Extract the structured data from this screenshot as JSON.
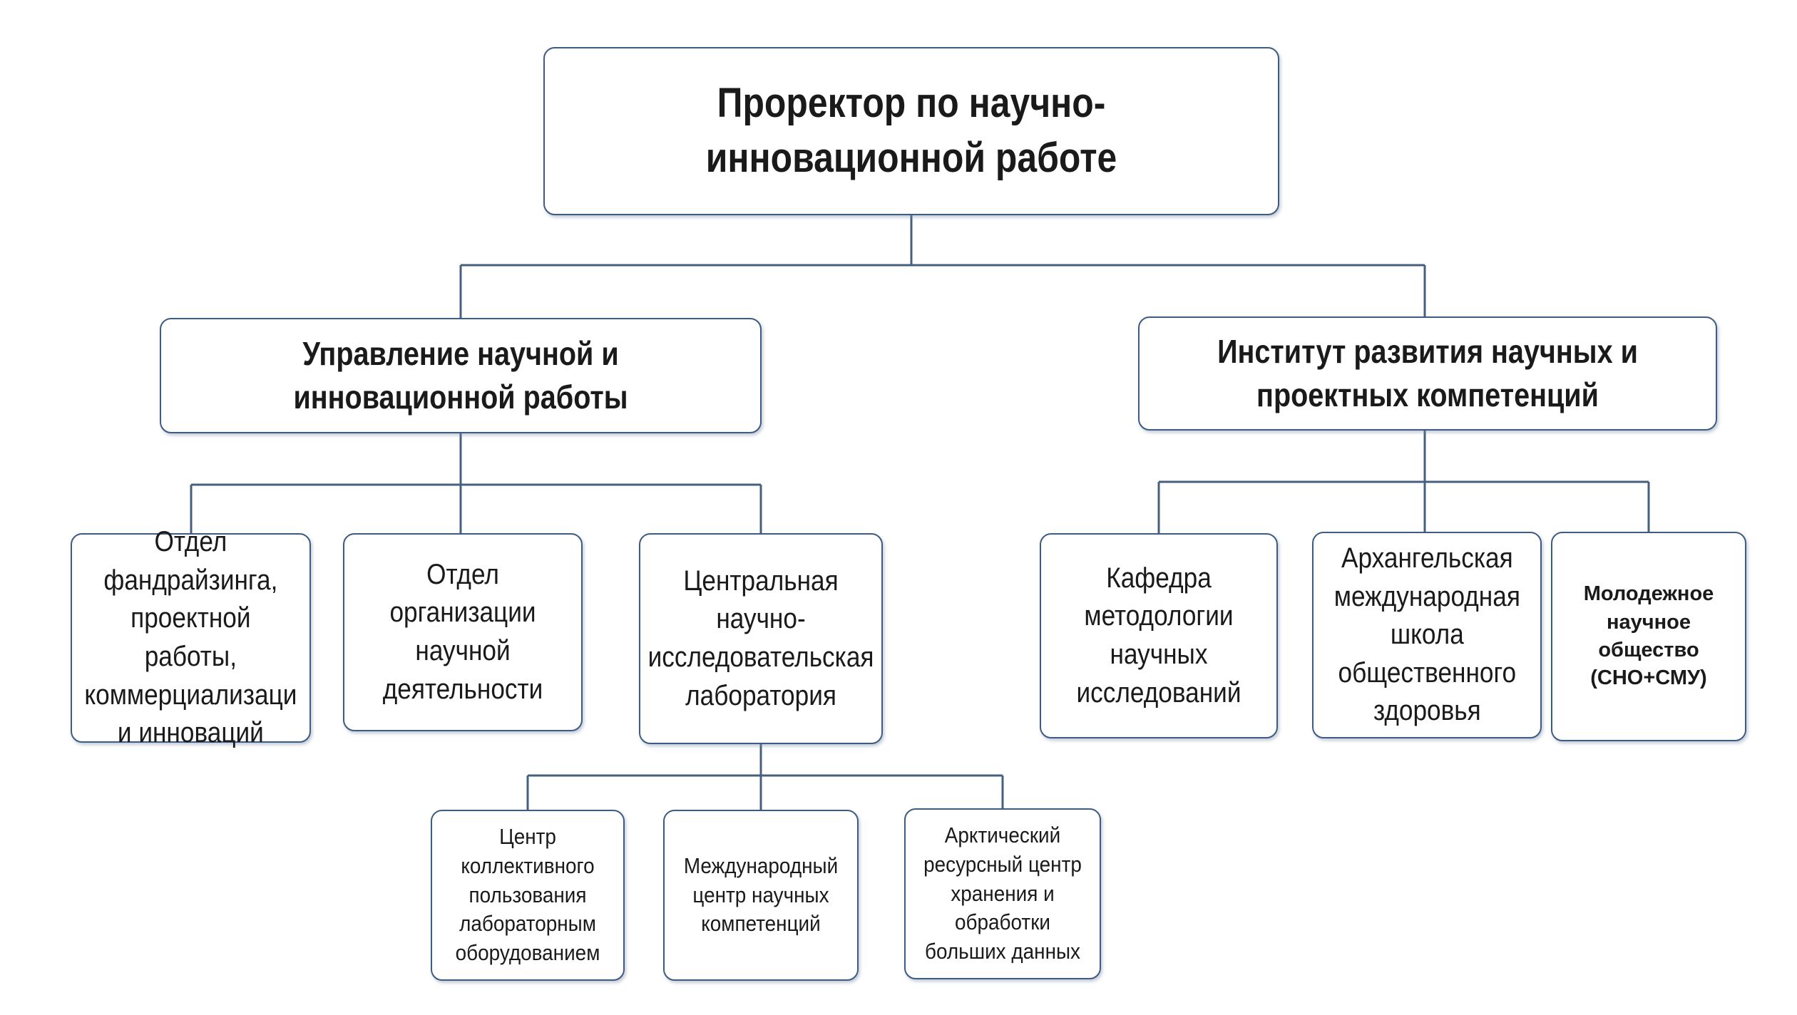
{
  "diagram": {
    "root": {
      "label": "Проректор по научно-инновационной работе"
    },
    "left_branch": {
      "label": "Управление научной и инновационной работы",
      "children": [
        {
          "label": "Отдел фандрайзинга, проектной работы, коммерциализаци и инноваций"
        },
        {
          "label": "Отдел организации научной деятельности"
        },
        {
          "label": "Центральная научно-исследовательская лаборатория"
        }
      ]
    },
    "right_branch": {
      "label": "Институт развития научных и проектных компетенций",
      "children": [
        {
          "label": "Кафедра методологии научных исследований"
        },
        {
          "label": "Архангельская международная школа общественного здоровья"
        },
        {
          "label": "Молодежное научное общество (СНО+СМУ)"
        }
      ]
    },
    "lab_children": [
      {
        "label": "Центр коллективного пользования лабораторным оборудованием"
      },
      {
        "label": "Международный центр научных компетенций"
      },
      {
        "label": "Арктический ресурсный центр хранения и обработки больших данных"
      }
    ],
    "colors": {
      "box_border": "#3e5b80",
      "connector": "#45607f",
      "text": "#1a1a1a"
    }
  }
}
